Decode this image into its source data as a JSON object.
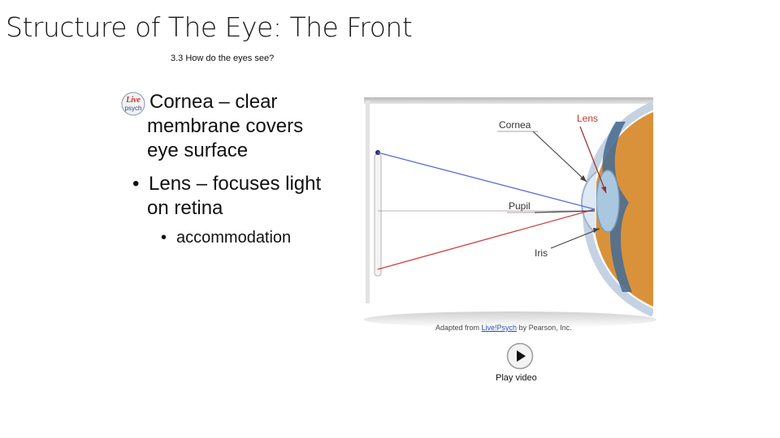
{
  "slide": {
    "title": "Structure of The Eye: The Front",
    "subtitle": "3.3 How do the eyes see?"
  },
  "logo": {
    "line1": "Live",
    "line2": "psych"
  },
  "bullets": {
    "cornea_line1": "Cornea – clear",
    "cornea_line2": "membrane covers",
    "cornea_line3": "eye surface",
    "lens_line1": "Lens – focuses light",
    "lens_line2": "on retina",
    "sub_bullet": "accommodation",
    "bullet_char": "•"
  },
  "figure": {
    "labels": {
      "cornea": "Cornea",
      "lens": "Lens",
      "pupil": "Pupil",
      "iris": "Iris"
    },
    "colors": {
      "ray_blue": "#5b6fd6",
      "ray_red": "#d04040",
      "label_lens": "#c0392b",
      "iris": "#4a6e92",
      "sclera": "#d9923a"
    }
  },
  "credit": {
    "prefix": "Adapted from ",
    "link": "Live!Psych",
    "suffix": " by Pearson, Inc."
  },
  "video": {
    "label": "Play video"
  }
}
